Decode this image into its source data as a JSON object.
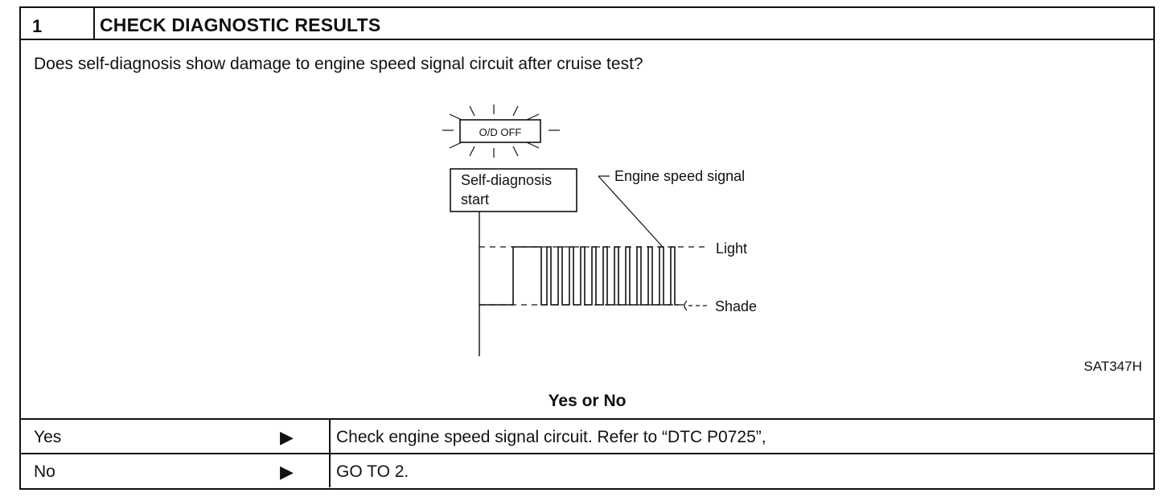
{
  "step": {
    "number": "1",
    "title": "CHECK DIAGNOSTIC RESULTS",
    "question": "Does self-diagnosis show damage to engine speed signal circuit after cruise test?"
  },
  "figure": {
    "lamp_label": "O/D OFF",
    "start_label_line1": "Self-diagnosis",
    "start_label_line2": "start",
    "signal_label": "Engine  speed signal",
    "light_label": "Light",
    "shade_label": "Shade",
    "code": "SAT347H"
  },
  "decision": {
    "heading": "Yes or No",
    "rows": [
      {
        "answer": "Yes",
        "arrow": "▶",
        "action": "Check engine speed signal circuit. Refer to “DTC P0725”,"
      },
      {
        "answer": "No",
        "arrow": "▶",
        "action": "GO TO 2."
      }
    ]
  }
}
